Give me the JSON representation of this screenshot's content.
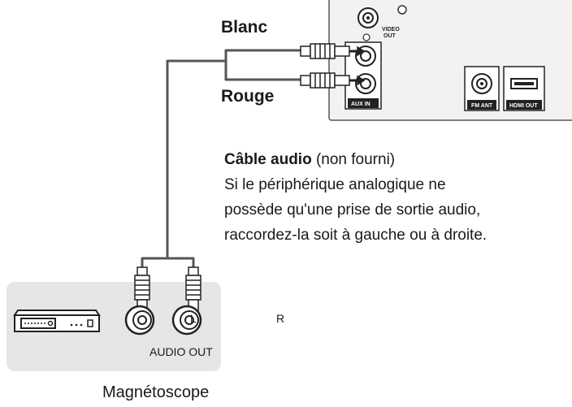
{
  "labels": {
    "blanc": "Blanc",
    "rouge": "Rouge",
    "left_channel": "L",
    "right_channel": "R",
    "audio_out": "AUDIO OUT",
    "device_name": "Magnétoscope"
  },
  "panel_labels": {
    "video_out_line1": "VIDEO",
    "video_out_line2": "OUT",
    "aux_in": "AUX IN",
    "fm_ant": "FM ANT",
    "hdmi_out": "HDMI OUT"
  },
  "caption": {
    "title": "Câble audio",
    "note": " (non fourni)",
    "line1": "Si le périphérique analogique ne",
    "line2": "possède qu'une prise de sortie audio,",
    "line3": "raccordez-la soit à gauche ou à droite."
  },
  "colors": {
    "cable": "#555555",
    "panel_bg": "#f2f2f2",
    "device_bg": "#e6e6e6"
  }
}
